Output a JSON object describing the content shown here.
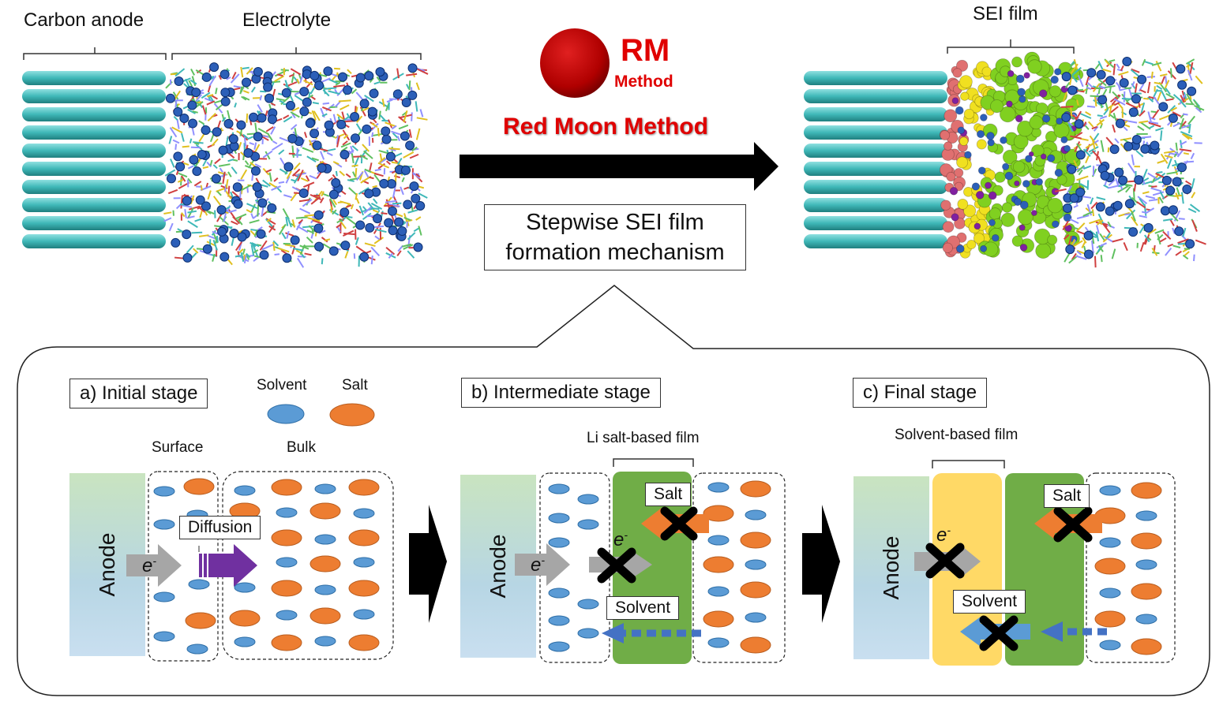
{
  "top": {
    "carbon_anode": "Carbon anode",
    "electrolyte": "Electrolyte",
    "sei_film": "SEI film",
    "rm_title": "RM",
    "rm_sub": "Method",
    "method_name": "Red Moon Method",
    "mechanism_line1": "Stepwise SEI film",
    "mechanism_line2": "formation mechanism"
  },
  "legend": {
    "solvent": "Solvent",
    "salt": "Salt",
    "solvent_color": "#5b9bd5",
    "salt_color": "#ed7d31"
  },
  "panels": {
    "a": {
      "title": "a) Initial stage",
      "surface": "Surface",
      "bulk": "Bulk",
      "anode": "Anode",
      "electron": "e",
      "electron_sup": "-",
      "diffusion": "Diffusion"
    },
    "b": {
      "title": "b) Intermediate stage",
      "film": "Li salt-based film",
      "anode": "Anode",
      "electron": "e",
      "electron_sup": "-",
      "salt": "Salt",
      "solvent": "Solvent"
    },
    "c": {
      "title": "c) Final stage",
      "film": "Solvent-based film",
      "anode": "Anode",
      "electron": "e",
      "electron_sup": "-",
      "salt": "Salt",
      "solvent": "Solvent"
    }
  },
  "colors": {
    "carbon": "#3fb8b8",
    "red_moon": "#c40000",
    "green_film": "#70ad47",
    "yellow_film": "#ffd966",
    "purple_arrow": "#7030a0"
  }
}
